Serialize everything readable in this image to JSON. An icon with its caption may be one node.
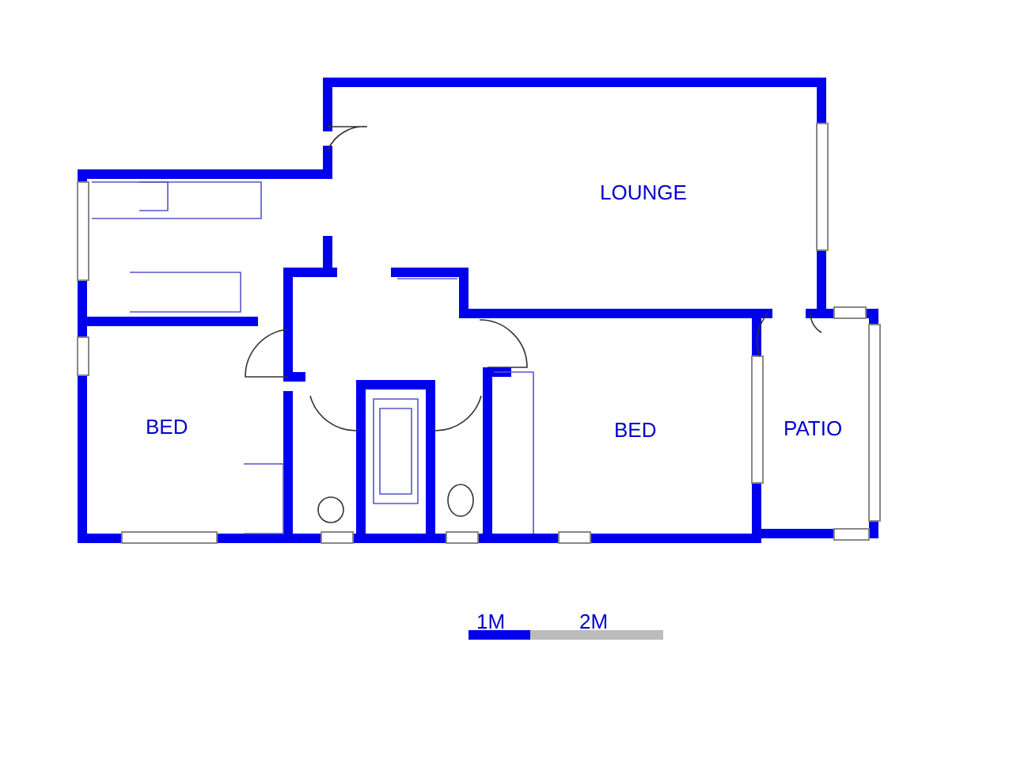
{
  "diagram": {
    "labels": [
      "LOUNGE",
      "BED",
      "BED",
      "PATIO",
      "1M",
      "2M"
    ]
  }
}
